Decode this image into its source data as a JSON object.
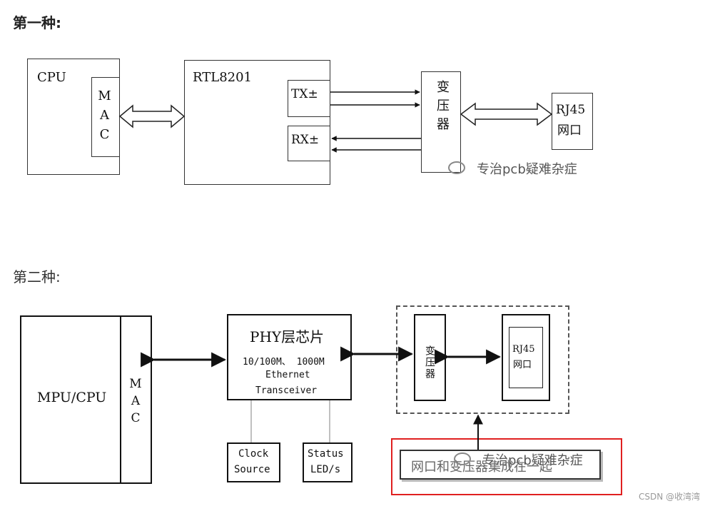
{
  "headings": {
    "first": "第一种:",
    "second": "第二种:"
  },
  "diagram1": {
    "cpu": "CPU",
    "mac": "MAC",
    "rtl": "RTL8201",
    "tx": "TX±",
    "rx": "RX±",
    "transformer": "变压器",
    "rj45": "RJ45",
    "rj45_sub": "网口"
  },
  "diagram2": {
    "mpu": "MPU/CPU",
    "mac": "MAC",
    "phy_title": "PHY层芯片",
    "phy_line1": "10/100M、 1000M",
    "phy_line2": "Ethernet",
    "phy_line3": "Transceiver",
    "clock1": "Clock",
    "clock2": "Source",
    "status1": "Status",
    "status2": "LED/s",
    "transformer": "变压器",
    "rj45": "RJ45",
    "rj45_sub": "网口",
    "integrated": "网口和变压器集成在一起"
  },
  "watermark": "专治pcb疑难杂症",
  "credit": "CSDN @收湾湾",
  "colors": {
    "highlight": "#e02020",
    "line": "#111111"
  }
}
